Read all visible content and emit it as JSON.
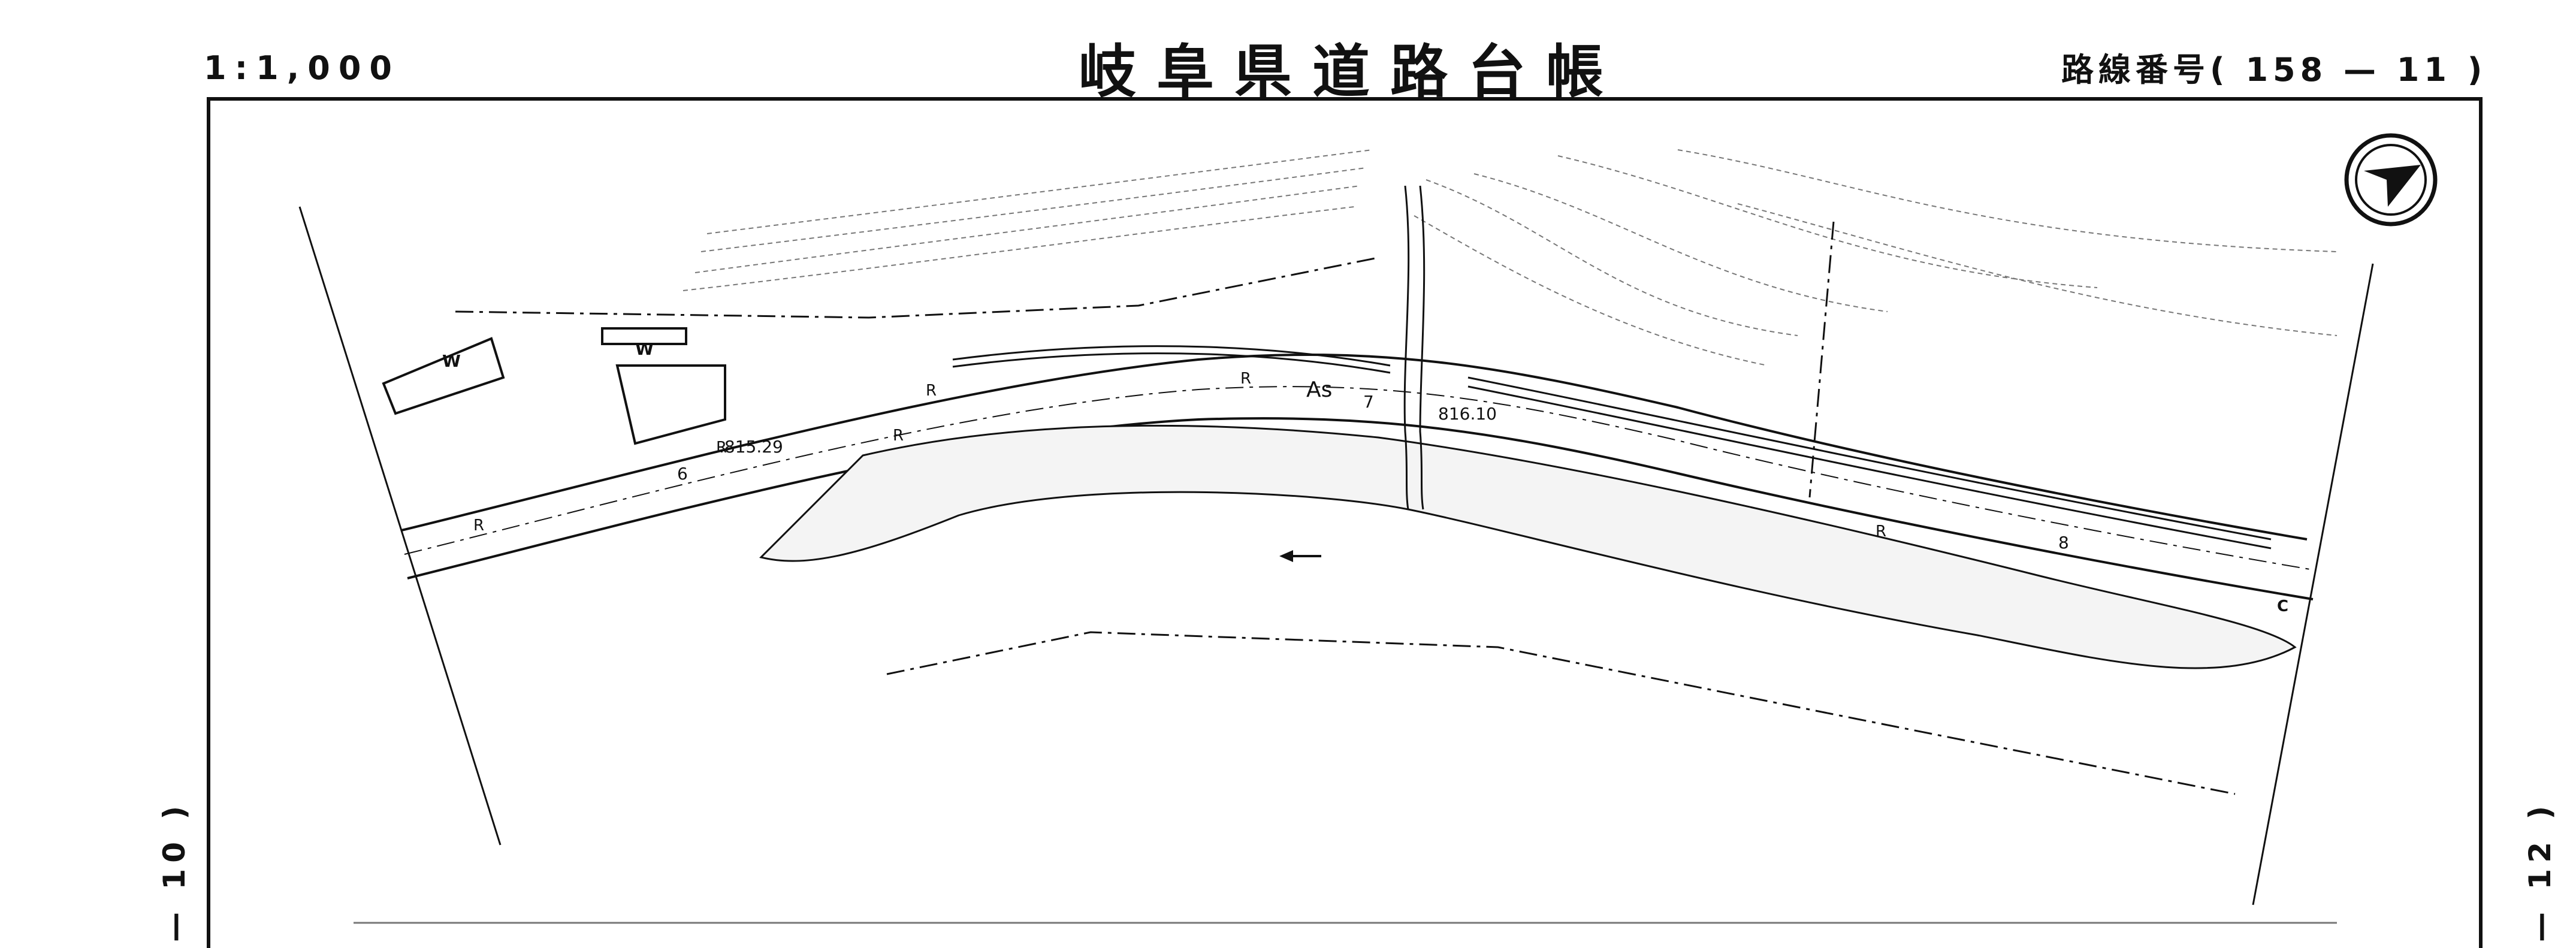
{
  "header": {
    "scale": "1:1,000",
    "title": "岐阜県道路台帳",
    "route_number": "路線番号( 158 — 11 )"
  },
  "side_labels": {
    "left": "— 10 )",
    "right": "— 12 )"
  },
  "map_labels": {
    "station_1": ".815.29",
    "station_2": "816.10",
    "surface": "As",
    "km_6": "6",
    "km_7": "7",
    "km_8": "8",
    "r1": "R",
    "r2": "R",
    "r3": "R",
    "r4": "R",
    "r5": "R",
    "r6": "R",
    "w1": "W",
    "w2": "W",
    "c": "C"
  },
  "icons": {
    "compass": "north-arrow-icon",
    "flow": "flow-direction-arrow-icon"
  }
}
